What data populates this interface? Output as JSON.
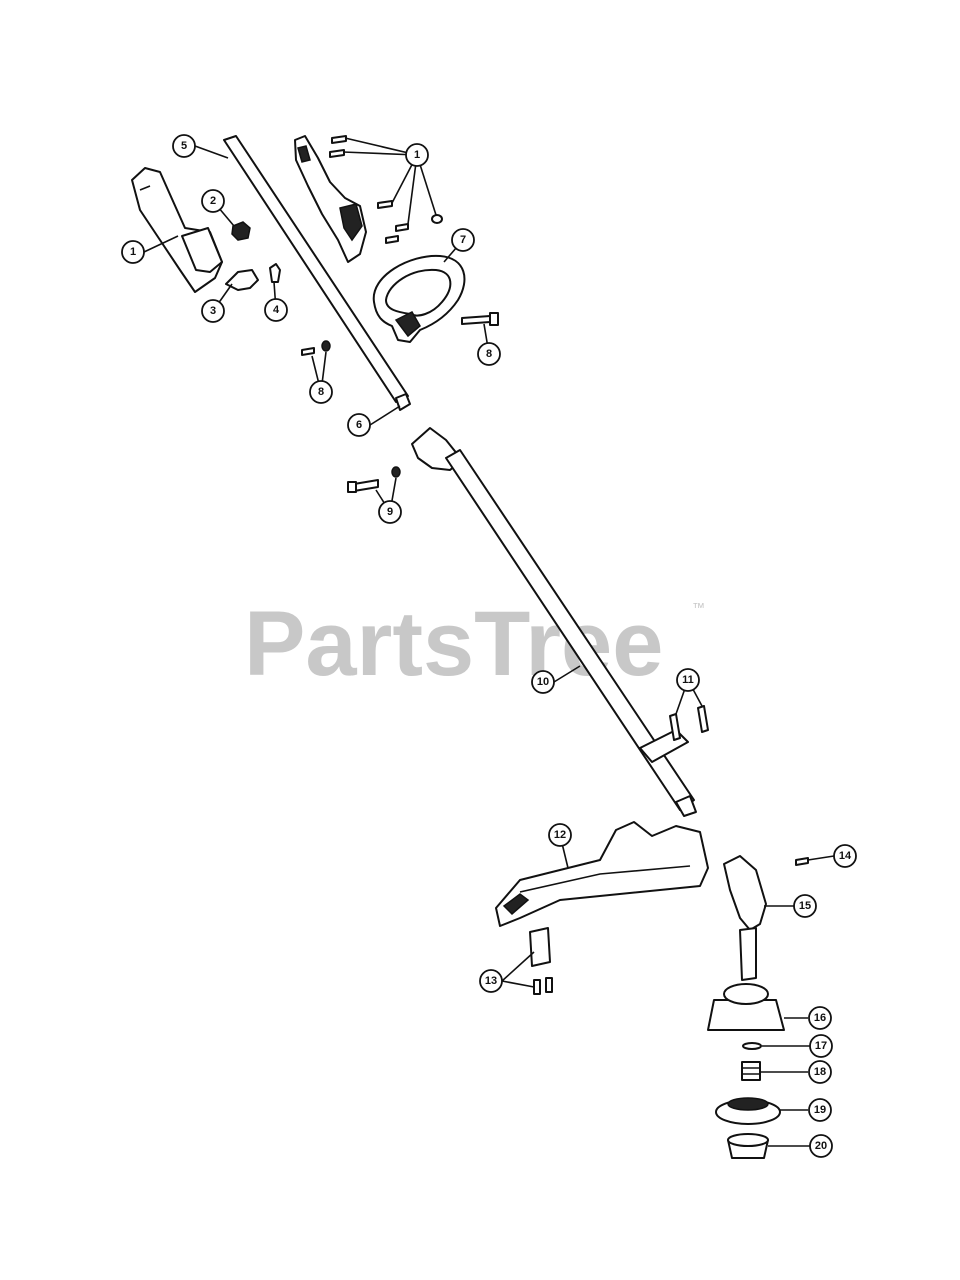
{
  "watermark": {
    "brand": "PartsTree",
    "trademark": "™"
  },
  "callouts": [
    "1",
    "2",
    "3",
    "4",
    "5",
    "6",
    "7",
    "8",
    "9",
    "10",
    "11",
    "12",
    "13",
    "14",
    "15",
    "16",
    "17",
    "18",
    "19",
    "20"
  ]
}
